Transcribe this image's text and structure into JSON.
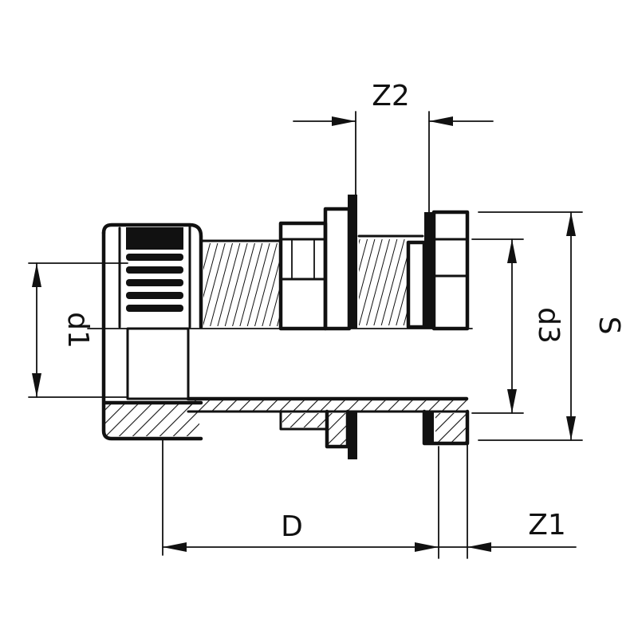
{
  "labels": {
    "z2": "Z2",
    "d1": "d1",
    "d3": "d3",
    "s": "S",
    "d": "D",
    "z1": "Z1"
  }
}
